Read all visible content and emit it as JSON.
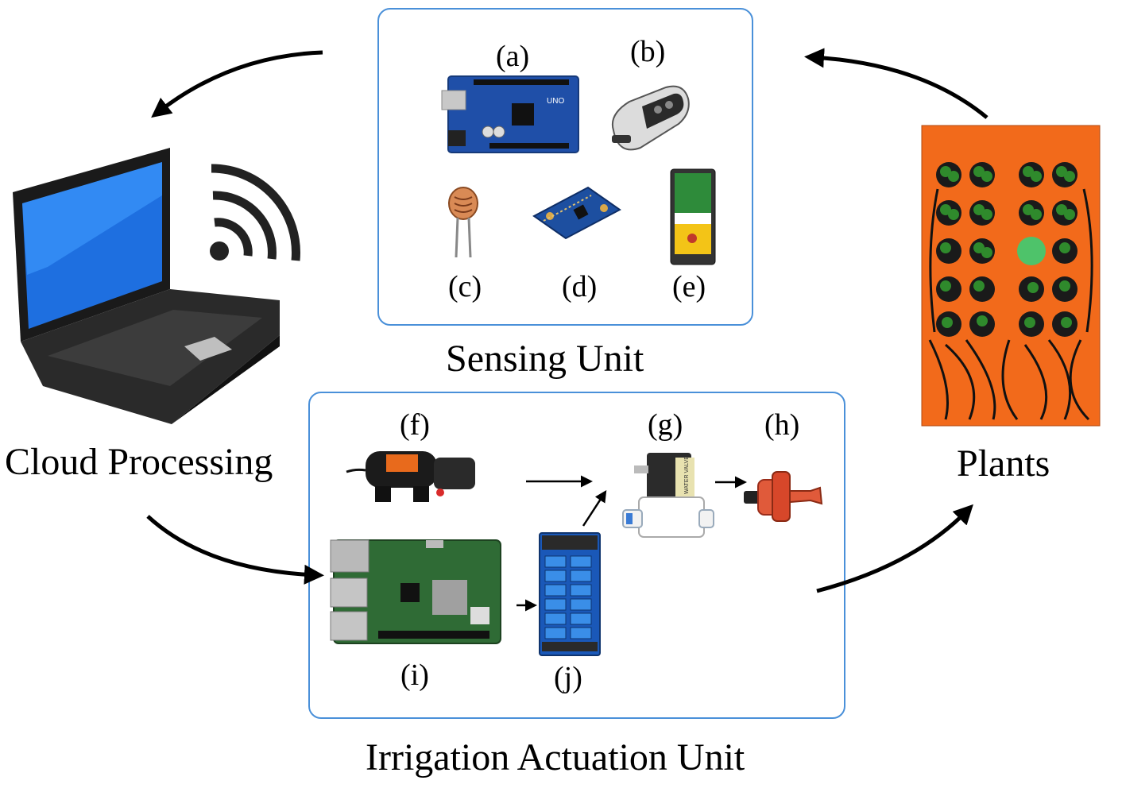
{
  "sensing_unit": {
    "title": "Sensing Unit",
    "labels": {
      "a": "(a)",
      "b": "(b)",
      "c": "(c)",
      "d": "(d)",
      "e": "(e)"
    },
    "board_text": "UNO"
  },
  "actuation_unit": {
    "title": "Irrigation Actuation Unit",
    "labels": {
      "f": "(f)",
      "g": "(g)",
      "h": "(h)",
      "i": "(i)",
      "j": "(j)"
    },
    "valve_text": "WATER VALVE"
  },
  "cloud": {
    "title": "Cloud Processing"
  },
  "plants": {
    "title": "Plants"
  },
  "colors": {
    "box_border": "#4a90d9",
    "arrow": "#000000",
    "plant_board": "#f26a1b"
  }
}
